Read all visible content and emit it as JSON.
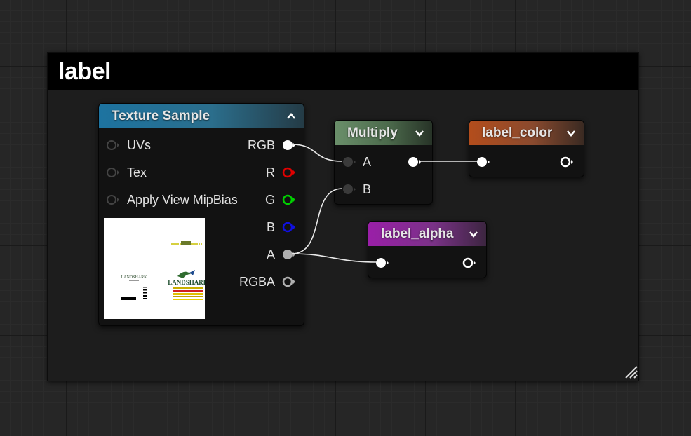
{
  "comment": {
    "title": "label"
  },
  "texture_sample": {
    "title": "Texture Sample",
    "inputs": [
      {
        "label": "UVs"
      },
      {
        "label": "Tex"
      },
      {
        "label": "Apply View MipBias"
      }
    ],
    "outputs": [
      {
        "label": "RGB",
        "color": "#ffffff"
      },
      {
        "label": "R",
        "color": "#e00000"
      },
      {
        "label": "G",
        "color": "#00d000"
      },
      {
        "label": "B",
        "color": "#1010e0"
      },
      {
        "label": "A",
        "color": "#b0b0b0"
      },
      {
        "label": "RGBA",
        "color": "#b0b0b0"
      }
    ],
    "preview": {
      "icon": "landshark-label-texture",
      "text_left": "LANDSHARK",
      "text_right": "LANDSHARK"
    }
  },
  "multiply": {
    "title": "Multiply",
    "inputs": [
      {
        "label": "A"
      },
      {
        "label": "B"
      }
    ]
  },
  "label_color": {
    "title": "label_color"
  },
  "label_alpha": {
    "title": "label_alpha"
  },
  "colors": {
    "texture_header": "#1d73a0",
    "multiply_header": "#6a8f6a",
    "color_param_header": "#b34d1c",
    "alpha_param_header": "#9a1fa8",
    "wire": "#e8e8e8"
  }
}
